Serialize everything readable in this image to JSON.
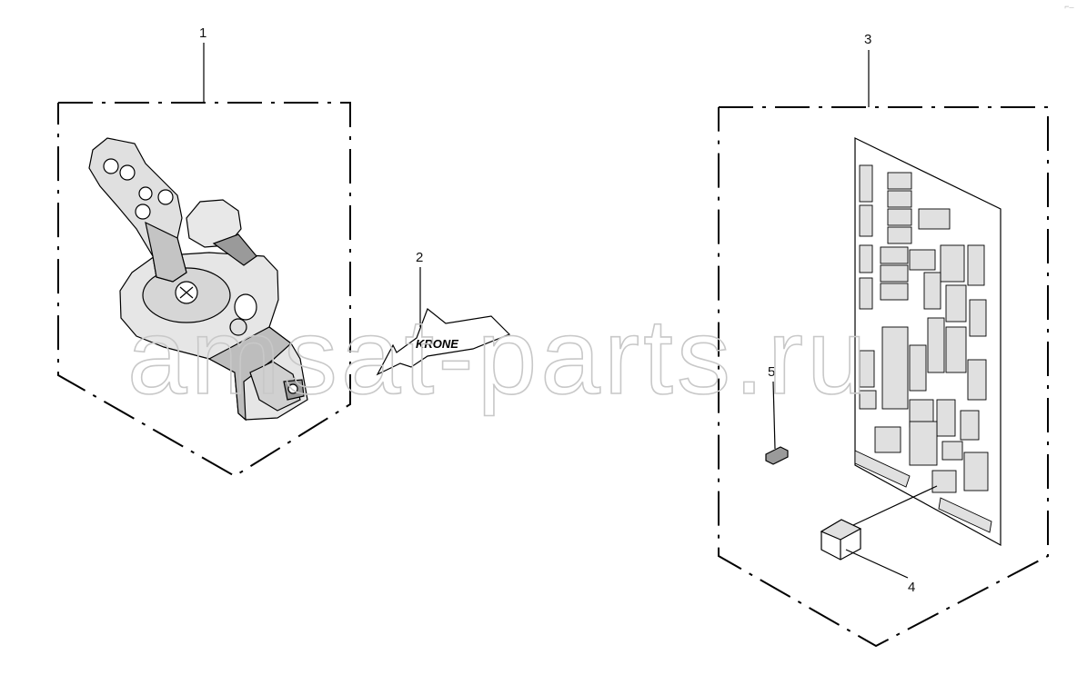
{
  "callouts": {
    "c1": "1",
    "c2": "2",
    "c3": "3",
    "c4": "4",
    "c5": "5"
  },
  "brand_label": "KRONE",
  "watermark": "amsat-parts.ru",
  "parts": [
    {
      "callout": "1",
      "icon": "joystick-icon"
    },
    {
      "callout": "2",
      "icon": "krone-arrow-icon"
    },
    {
      "callout": "3",
      "icon": "circuit-board-icon"
    },
    {
      "callout": "4",
      "icon": "relay-icon"
    },
    {
      "callout": "5",
      "icon": "fuse-icon"
    }
  ],
  "colors": {
    "line": "#000000",
    "watermark": "#c8c8c8",
    "fill_light": "#e6e6e6",
    "fill_mid": "#bdbdbd",
    "fill_dark": "#7a7a7a"
  }
}
